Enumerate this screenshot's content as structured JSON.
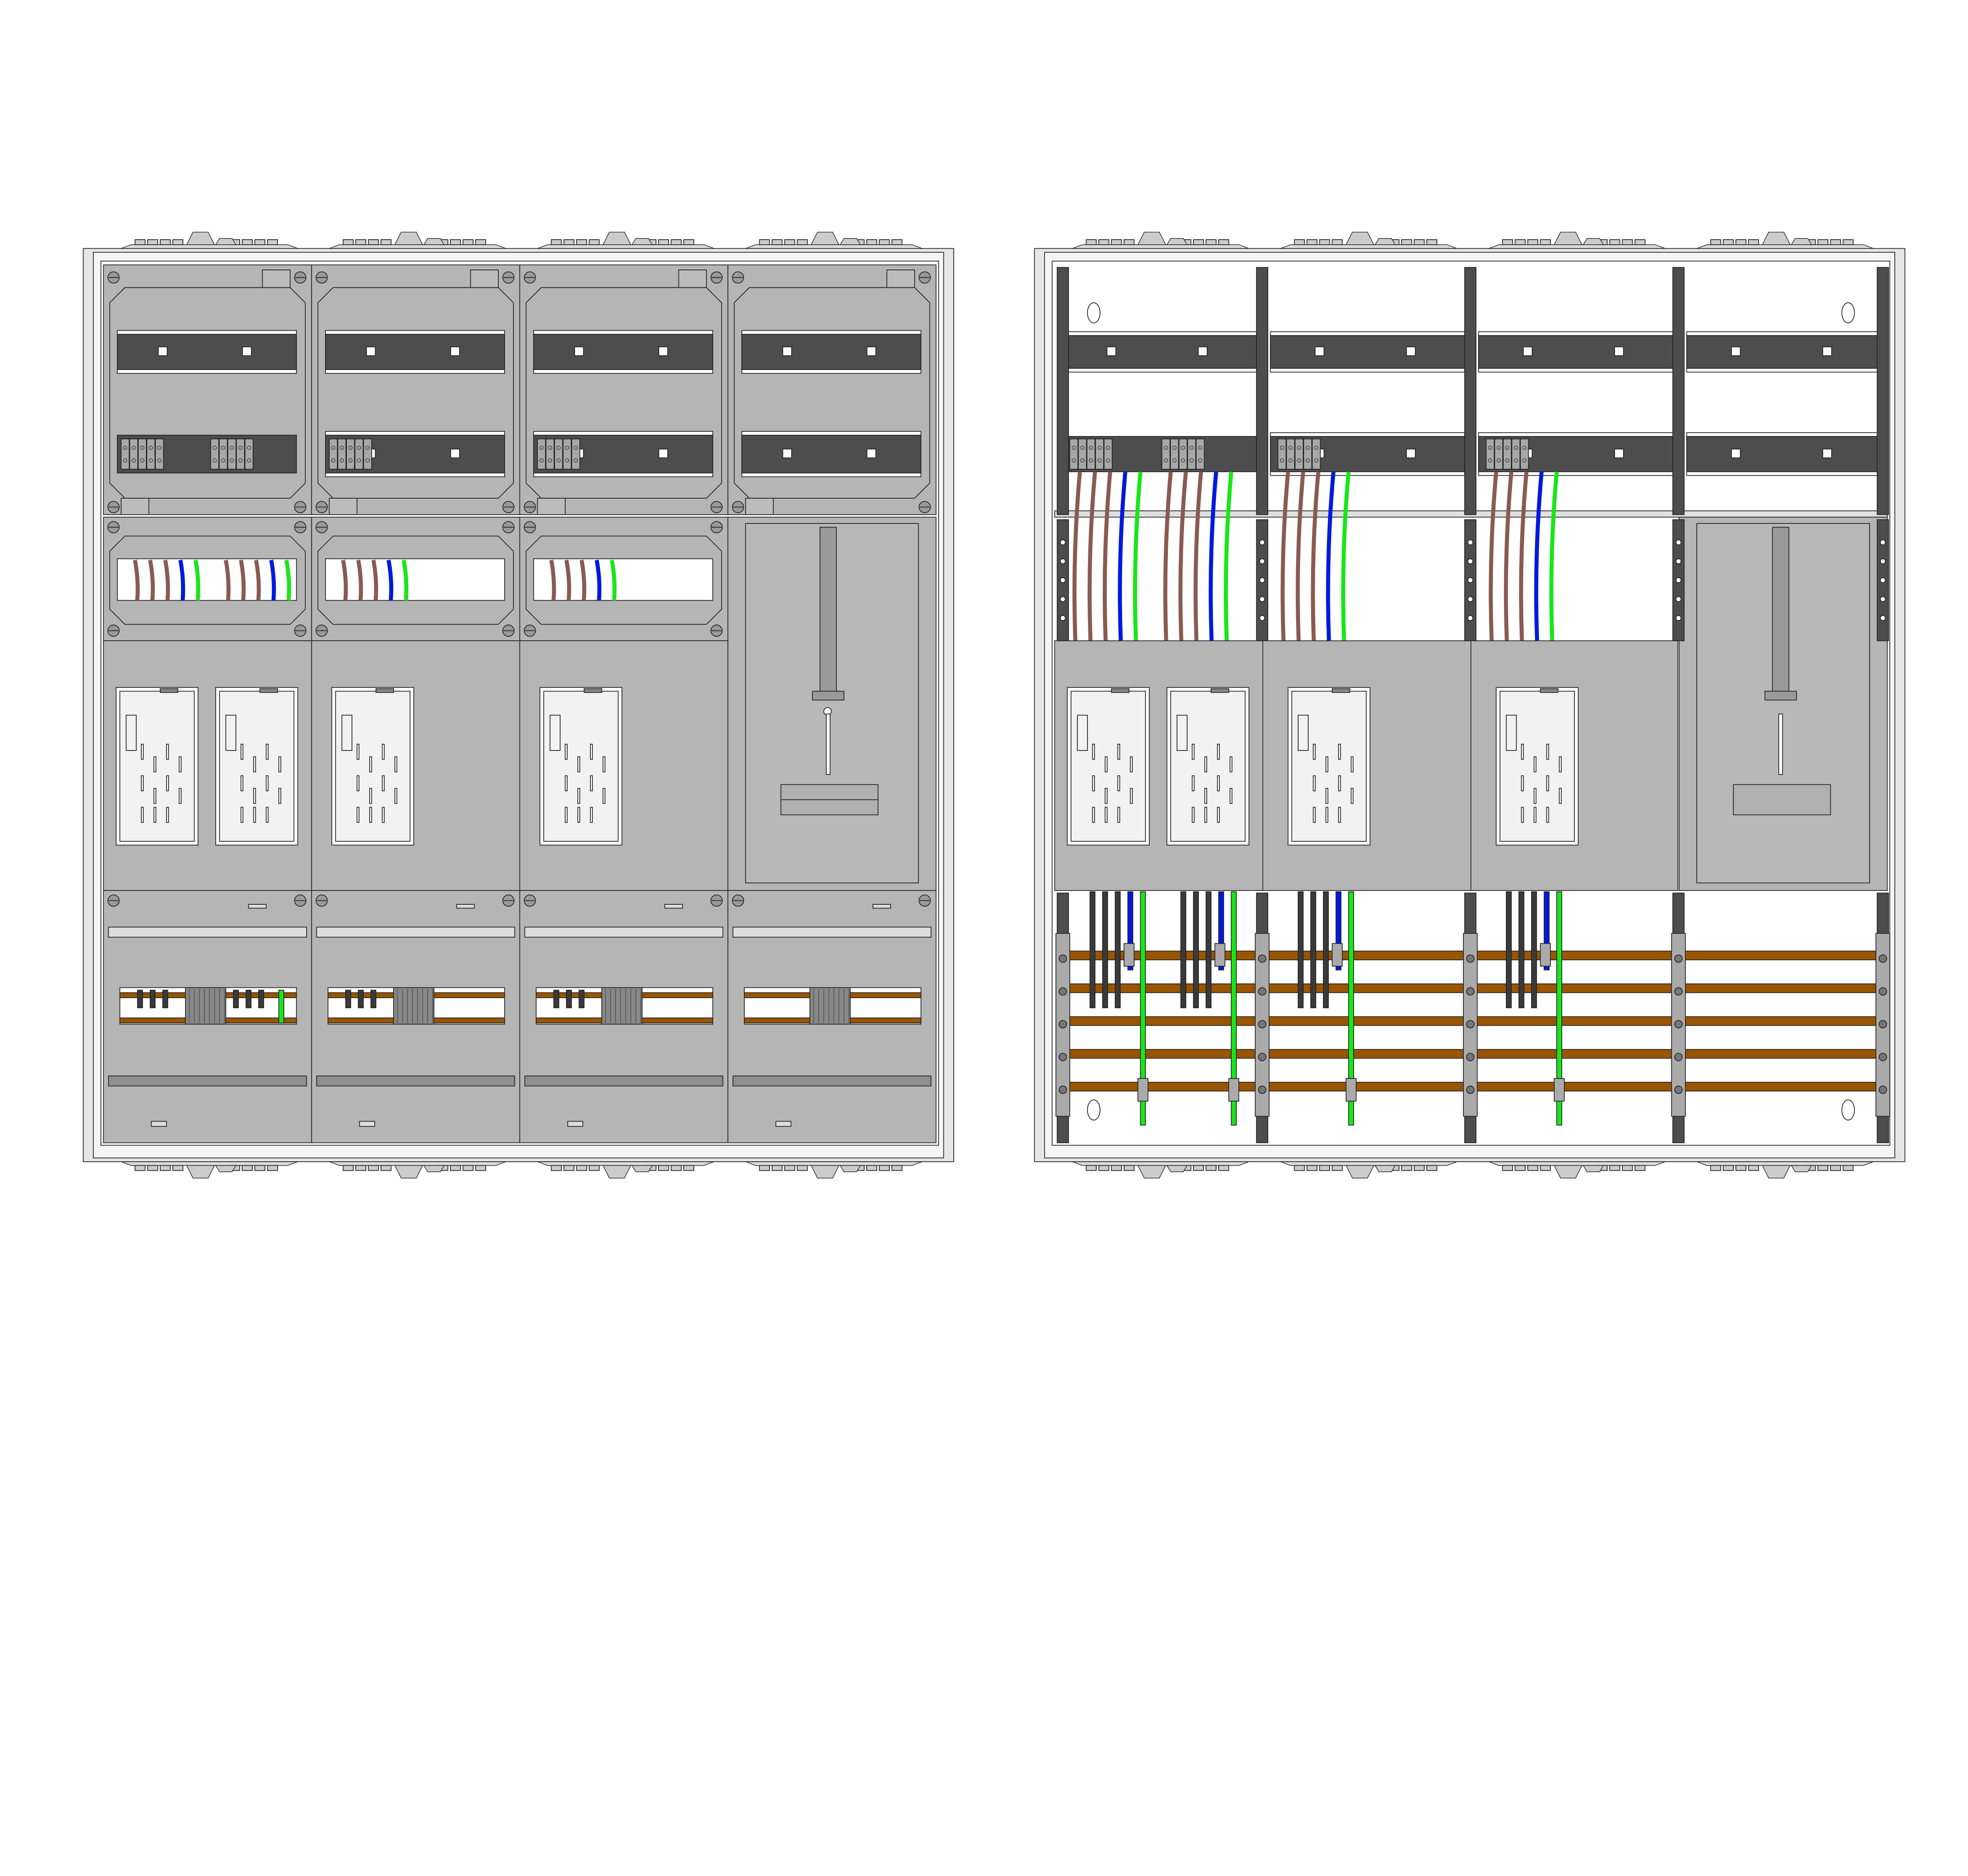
{
  "colors": {
    "background": "#ffffff",
    "panel": "#b5b5b5",
    "panel_dark": "#8c8c8c",
    "rail": "#4d4d4d",
    "frame": "#e6e6e6",
    "outline": "#222222",
    "phase_wire": "#8a5a52",
    "neutral_wire": "#0019e0",
    "earth_wire": "#19e619",
    "black_wire": "#3a3a3a",
    "busbar": "#9a5500",
    "meter_plate": "#ffffff"
  },
  "cabinets": [
    {
      "columns": 4,
      "meters_per_column": [
        2,
        1,
        1,
        0
      ],
      "wire_sets_per_column": [
        2,
        1,
        1,
        0
      ]
    },
    {
      "columns": 4,
      "meters_per_column": [
        2,
        1,
        1,
        0
      ],
      "wire_sets_per_column": [
        2,
        1,
        1,
        0
      ],
      "busbars": 5
    }
  ]
}
